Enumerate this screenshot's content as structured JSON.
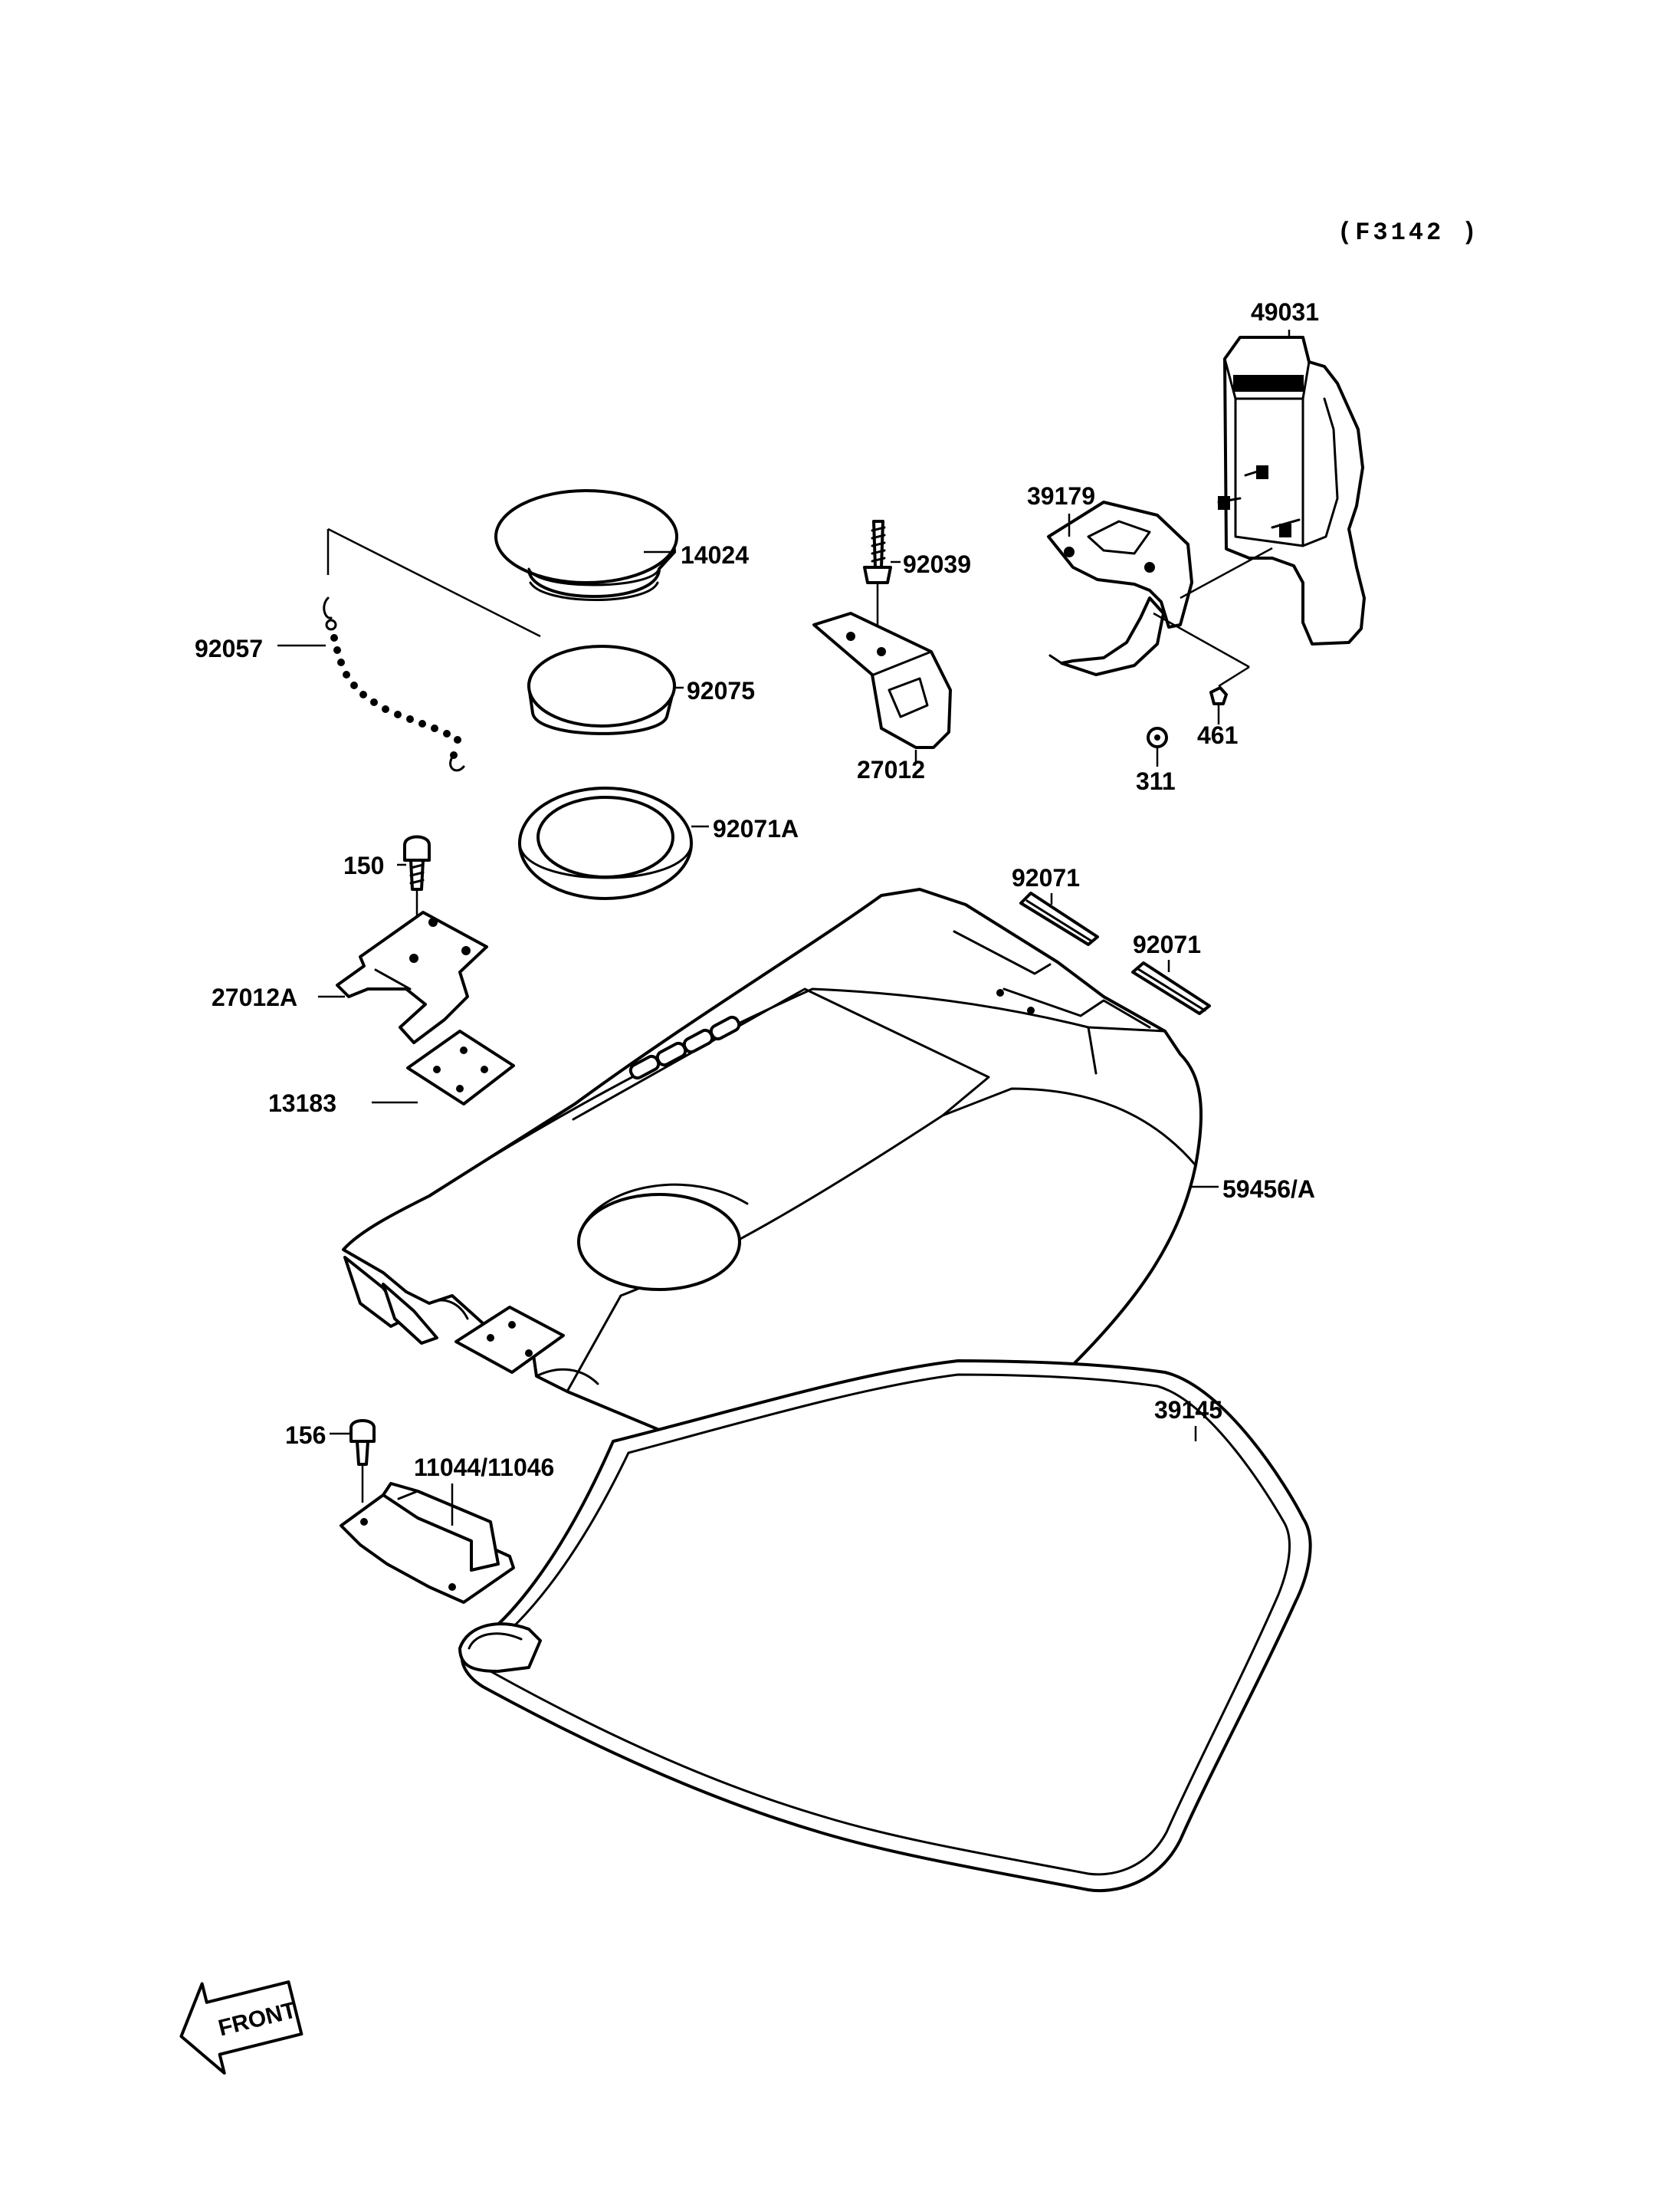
{
  "figure_code": "(F3142 )",
  "parts": [
    {
      "id": "49031",
      "label": "49031"
    },
    {
      "id": "39179",
      "label": "39179"
    },
    {
      "id": "14024",
      "label": "14024"
    },
    {
      "id": "92039",
      "label": "92039"
    },
    {
      "id": "92057",
      "label": "92057"
    },
    {
      "id": "92075",
      "label": "92075"
    },
    {
      "id": "27012",
      "label": "27012"
    },
    {
      "id": "461",
      "label": "461"
    },
    {
      "id": "311",
      "label": "311"
    },
    {
      "id": "92071A",
      "label": "92071A"
    },
    {
      "id": "150",
      "label": "150"
    },
    {
      "id": "92071_a",
      "label": "92071"
    },
    {
      "id": "92071_b",
      "label": "92071"
    },
    {
      "id": "27012A",
      "label": "27012A"
    },
    {
      "id": "13183",
      "label": "13183"
    },
    {
      "id": "59456A",
      "label": "59456/A"
    },
    {
      "id": "39145",
      "label": "39145"
    },
    {
      "id": "156",
      "label": "156"
    },
    {
      "id": "11044_11046",
      "label": "11044/11046"
    }
  ],
  "direction_arrow": {
    "label": "FRONT"
  }
}
